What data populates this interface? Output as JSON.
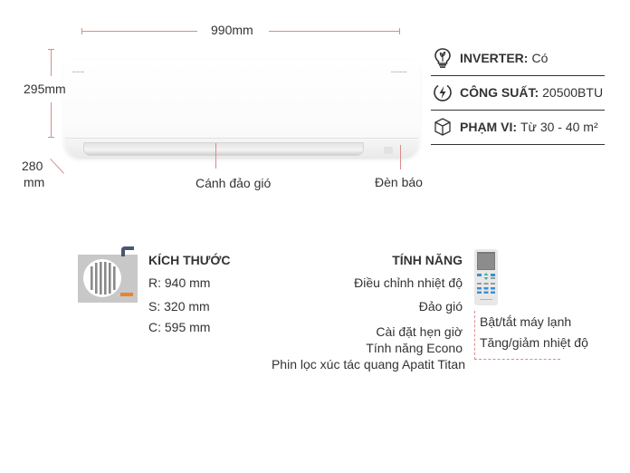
{
  "dimensions": {
    "width": "990mm",
    "height": "295mm",
    "depth_line1": "280",
    "depth_line2": "mm"
  },
  "callouts": {
    "vane": "Cánh đảo gió",
    "indicator": "Đèn báo"
  },
  "specs": [
    {
      "icon": "lightbulb-icon",
      "label": "INVERTER:",
      "value": "Có"
    },
    {
      "icon": "lightning-icon",
      "label": "CÔNG SUẤT:",
      "value": "20500BTU"
    },
    {
      "icon": "cube-icon",
      "label": "PHẠM VI:",
      "value": "Từ 30 - 40 m²"
    }
  ],
  "size_section": {
    "title": "KÍCH THƯỚC",
    "items": [
      "R: 940 mm",
      "S: 320 mm",
      "C: 595 mm"
    ]
  },
  "features_section": {
    "title": "TÍNH NĂNG",
    "items": [
      "Điều chỉnh nhiệt độ",
      "Đảo gió",
      "Cài đặt hẹn giờ",
      "Tính năng Econo",
      "Phin lọc xúc tác quang Apatit Titan"
    ],
    "remote_items": [
      "Bật/tắt máy lạnh",
      "Tăng/giảm nhiệt độ"
    ]
  },
  "colors": {
    "dimension_line": "#d98b8b",
    "text": "#333333",
    "outdoor_unit_gray": "#c8c8c8",
    "accent_orange": "#e8842c",
    "pipe_navy": "#4a5570",
    "remote_blue": "#3b8fd4",
    "remote_green": "#3bb39b"
  }
}
